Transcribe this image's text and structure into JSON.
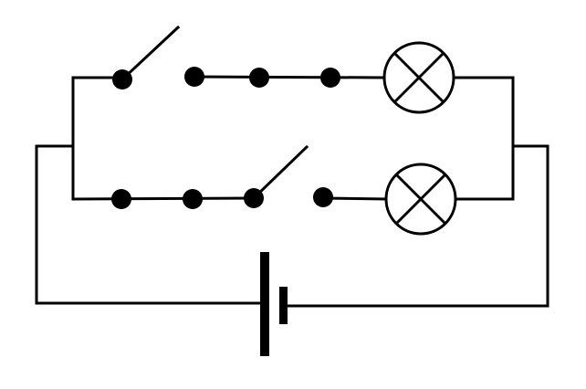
{
  "diagram": {
    "components": {
      "switch_top": {
        "icon": "open-switch",
        "state": "open"
      },
      "switch_bottom": {
        "icon": "open-switch",
        "state": "open"
      },
      "lamp_top": {
        "icon": "lamp-symbol"
      },
      "lamp_bottom": {
        "icon": "lamp-symbol"
      },
      "battery": {
        "icon": "battery-cell-symbol"
      }
    },
    "colors": {
      "line": "#000000",
      "background": "#ffffff"
    }
  }
}
